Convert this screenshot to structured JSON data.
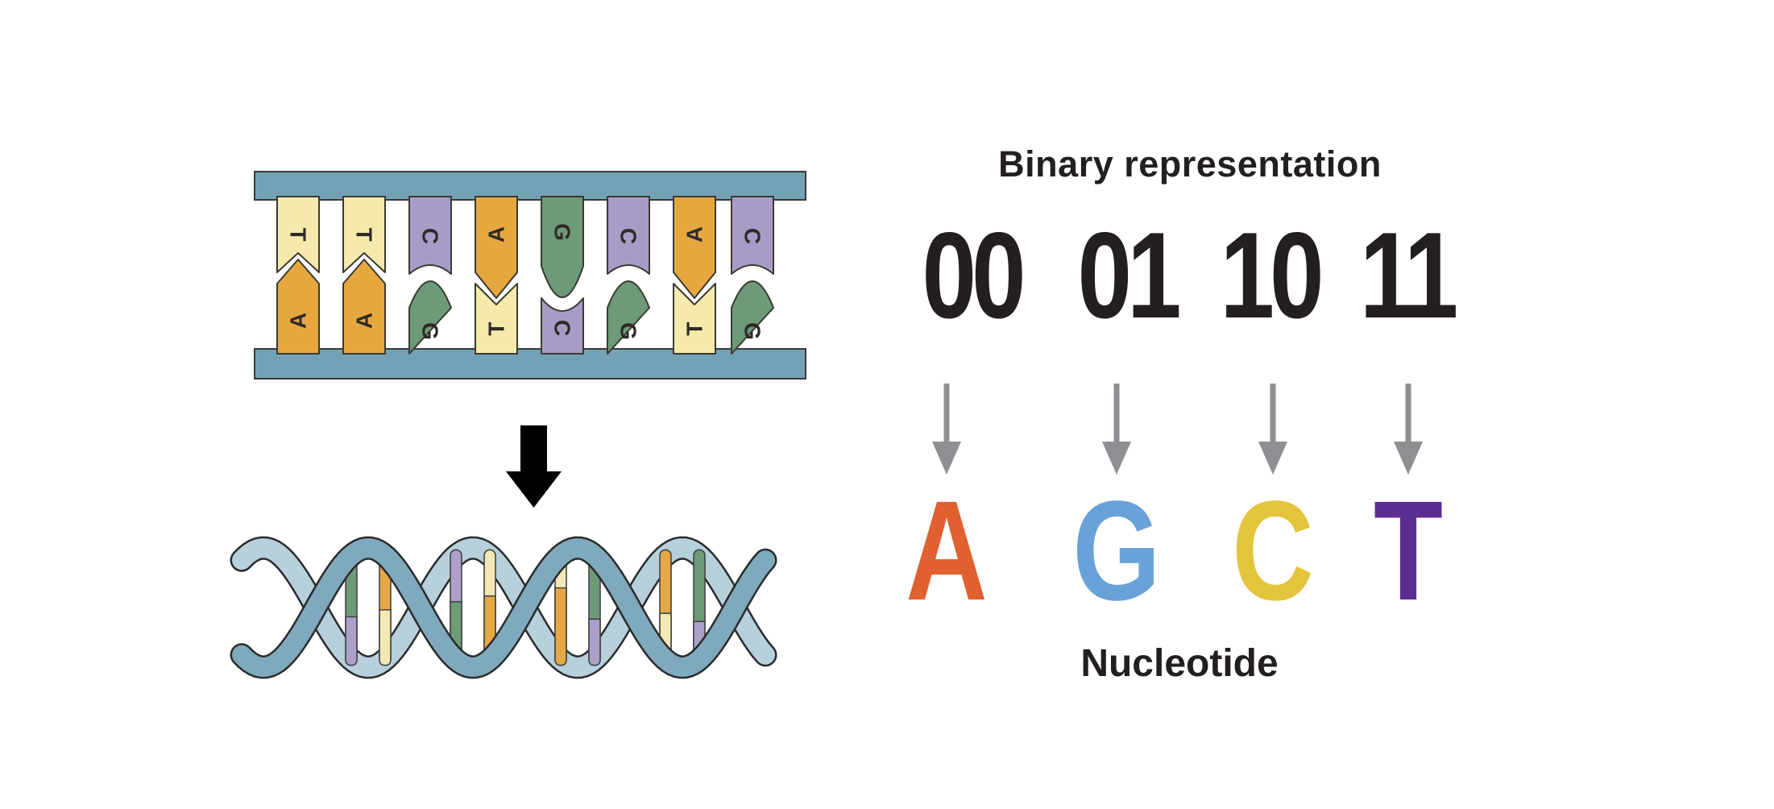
{
  "left_panel": {
    "ladder": {
      "pairs": [
        [
          "T",
          "A"
        ],
        [
          "T",
          "A"
        ],
        [
          "C",
          "G"
        ],
        [
          "A",
          "T"
        ],
        [
          "G",
          "C"
        ],
        [
          "C",
          "G"
        ],
        [
          "A",
          "T"
        ],
        [
          "C",
          "G"
        ]
      ],
      "base_colors": {
        "A": "#E7A73F",
        "T": "#F5EAAB",
        "C": "#A89CC7",
        "G": "#6D9A77"
      },
      "backbone_color": "#73A2B7",
      "outline_color": "#3A3A33",
      "letter_color": "#2E2A26"
    },
    "transform_arrow_color": "#000000",
    "helix": {
      "ribbon_front_color": "#7FA9BC",
      "ribbon_back_color": "#B6D0DC",
      "outline_color": "#2B2B2B",
      "rung_palette": {
        "cream": "#F3E7B4",
        "orange": "#E5A844",
        "green": "#6D9B78",
        "purple": "#AC9FC9"
      },
      "rungs": [
        {
          "top": "green",
          "bottom": "purple",
          "split": 0.58
        },
        {
          "top": "orange",
          "bottom": "cream",
          "split": 0.52
        },
        {
          "top": "purple",
          "bottom": "green",
          "split": 0.45
        },
        {
          "top": "cream",
          "bottom": "orange",
          "split": 0.4
        },
        {
          "top": "cream",
          "bottom": "orange",
          "split": 0.33
        },
        {
          "top": "green",
          "bottom": "purple",
          "split": 0.6
        },
        {
          "top": "orange",
          "bottom": "cream",
          "split": 0.55
        },
        {
          "top": "green",
          "bottom": "purple",
          "split": 0.62
        }
      ]
    }
  },
  "right_panel": {
    "title": "Binary representation",
    "binary_values": [
      "00",
      "01",
      "10",
      "11"
    ],
    "arrow_color": "#8D8F92",
    "text_color": "#231F20",
    "nucleotides": [
      {
        "letter": "A",
        "color": "#E0602F"
      },
      {
        "letter": "G",
        "color": "#69A2D9"
      },
      {
        "letter": "C",
        "color": "#E4C43A"
      },
      {
        "letter": "T",
        "color": "#5C2D91"
      }
    ],
    "nucleotide_label": "Nucleotide"
  }
}
